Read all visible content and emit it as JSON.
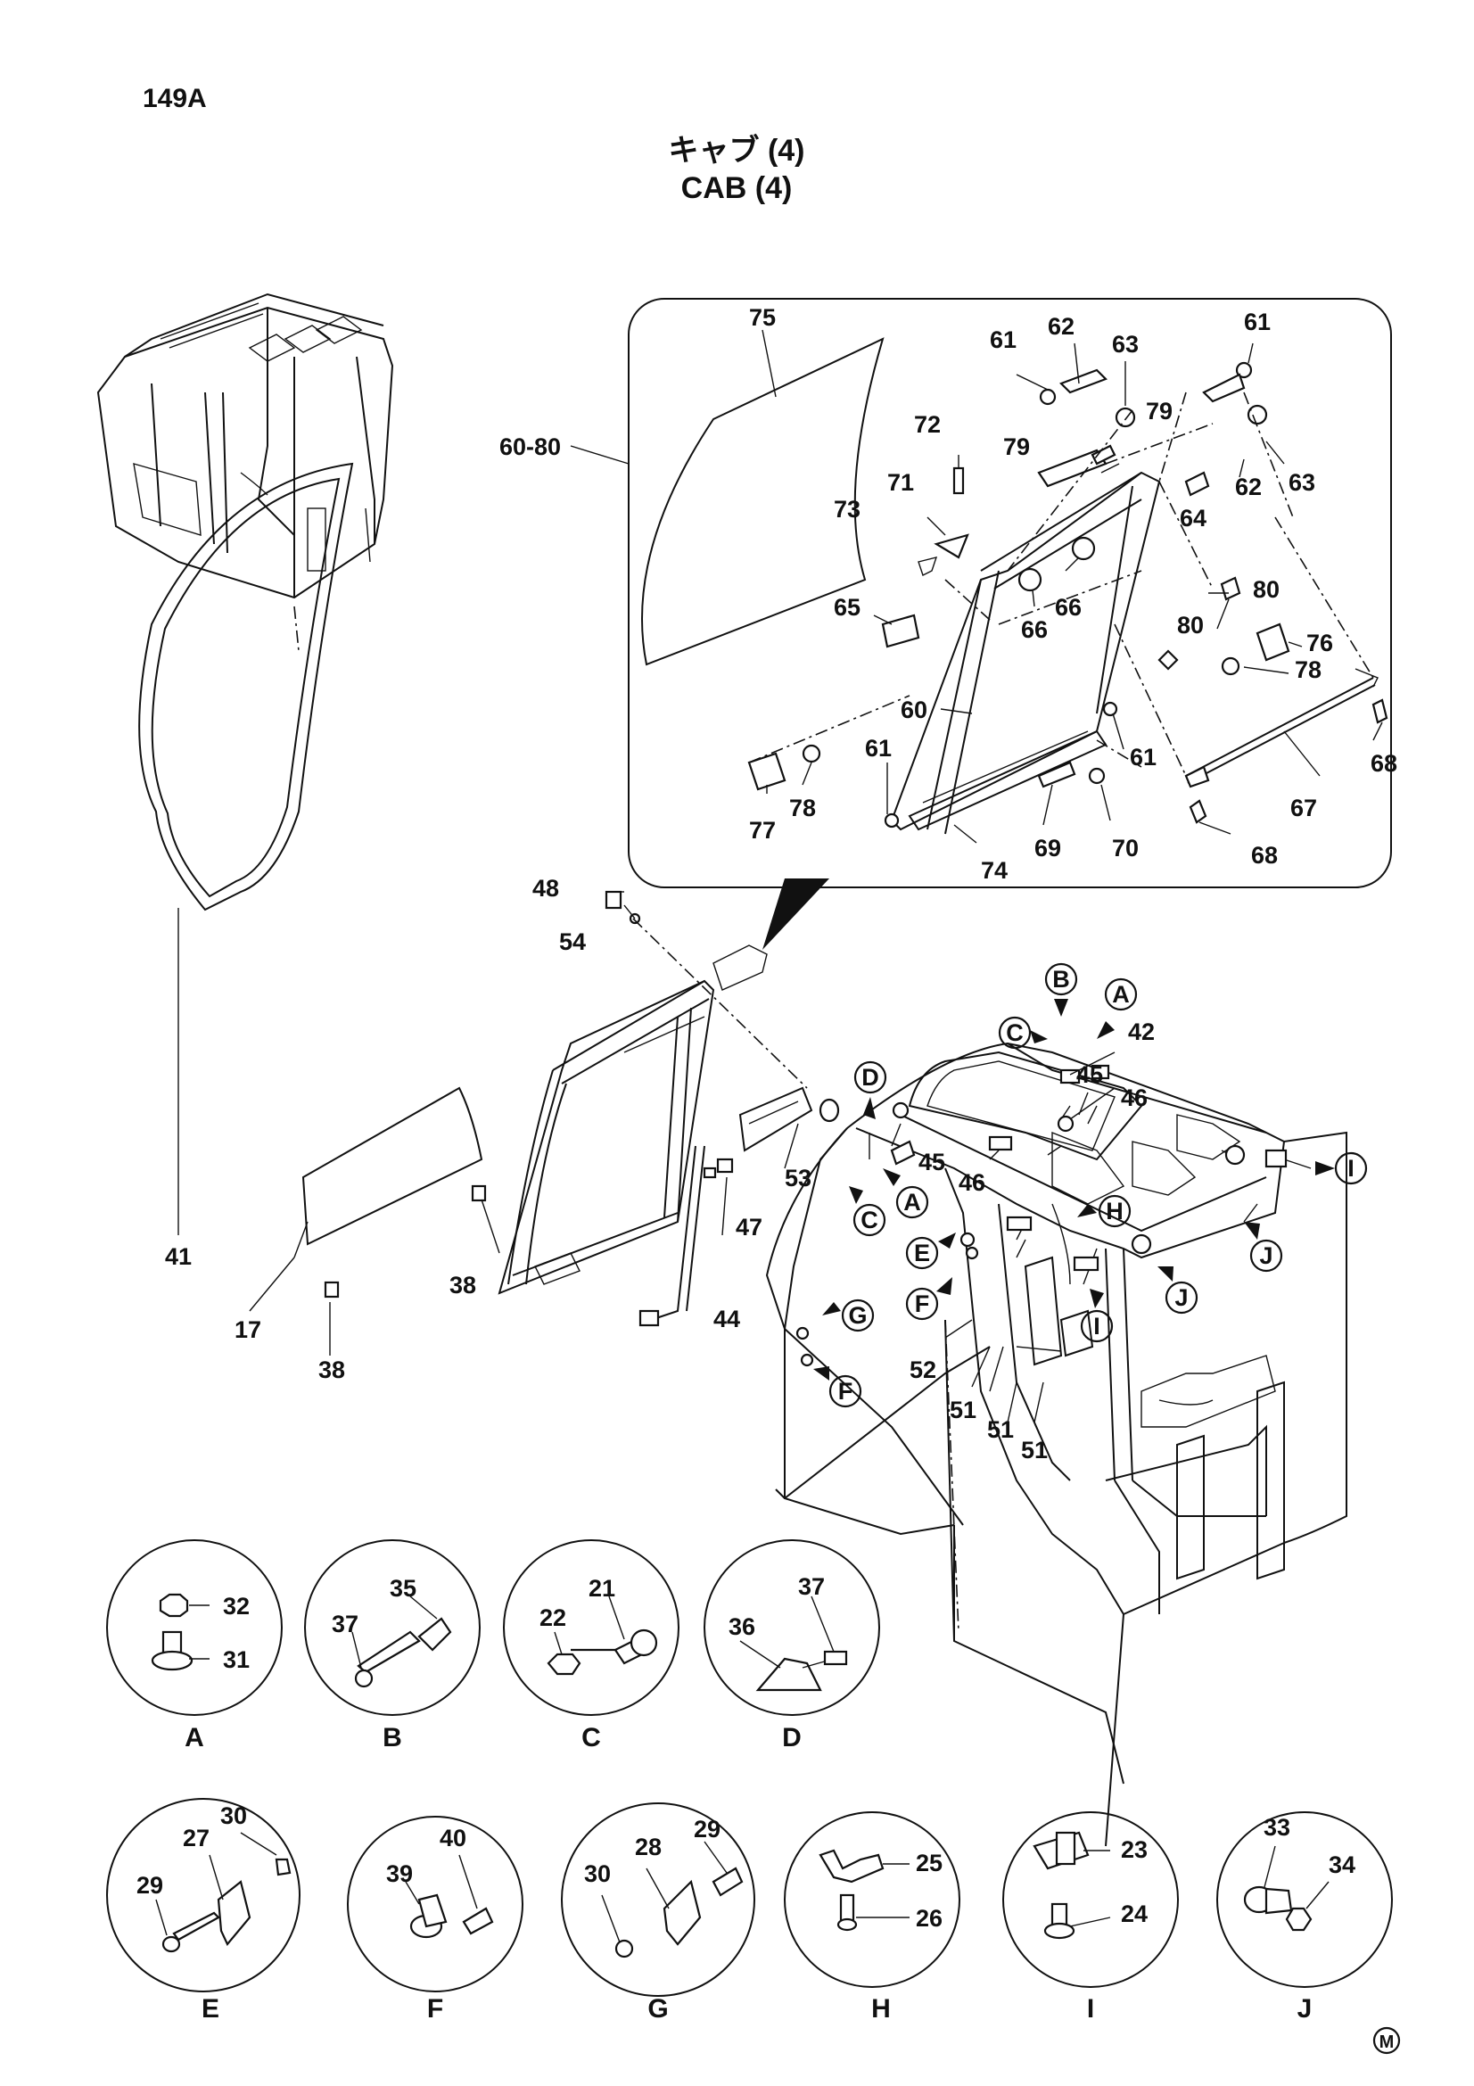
{
  "page_code": "149A",
  "title_jp": "キャブ (4)",
  "title_en": "CAB (4)",
  "inset_ref": "60-80",
  "corner_mark": "M",
  "inset_callouts": [
    "75",
    "61",
    "62",
    "63",
    "61",
    "79",
    "72",
    "71",
    "73",
    "79",
    "62",
    "63",
    "64",
    "65",
    "66",
    "66",
    "80",
    "80",
    "76",
    "78",
    "60",
    "61",
    "61",
    "68",
    "77",
    "78",
    "70",
    "69",
    "67",
    "74",
    "68"
  ],
  "main_callouts": [
    "48",
    "54",
    "41",
    "17",
    "38",
    "38",
    "44",
    "47",
    "53",
    "42",
    "45",
    "46",
    "45",
    "46",
    "52",
    "51",
    "51",
    "51"
  ],
  "detail_refs": [
    "A",
    "B",
    "C",
    "D",
    "E",
    "F",
    "G",
    "H",
    "I",
    "J"
  ],
  "main_letter_markers": [
    "C",
    "B",
    "A",
    "D",
    "A",
    "C",
    "H",
    "E",
    "F",
    "G",
    "F",
    "I",
    "I",
    "J",
    "J"
  ],
  "details": [
    {
      "letter": "A",
      "labels": [
        "32",
        "31"
      ]
    },
    {
      "letter": "B",
      "labels": [
        "35",
        "37"
      ]
    },
    {
      "letter": "C",
      "labels": [
        "21",
        "22"
      ]
    },
    {
      "letter": "D",
      "labels": [
        "37",
        "36"
      ]
    },
    {
      "letter": "E",
      "labels": [
        "27",
        "30",
        "29"
      ]
    },
    {
      "letter": "F",
      "labels": [
        "40",
        "39"
      ]
    },
    {
      "letter": "G",
      "labels": [
        "29",
        "28",
        "30"
      ]
    },
    {
      "letter": "H",
      "labels": [
        "25",
        "26"
      ]
    },
    {
      "letter": "I",
      "labels": [
        "23",
        "24"
      ]
    },
    {
      "letter": "J",
      "labels": [
        "33",
        "34"
      ]
    }
  ]
}
